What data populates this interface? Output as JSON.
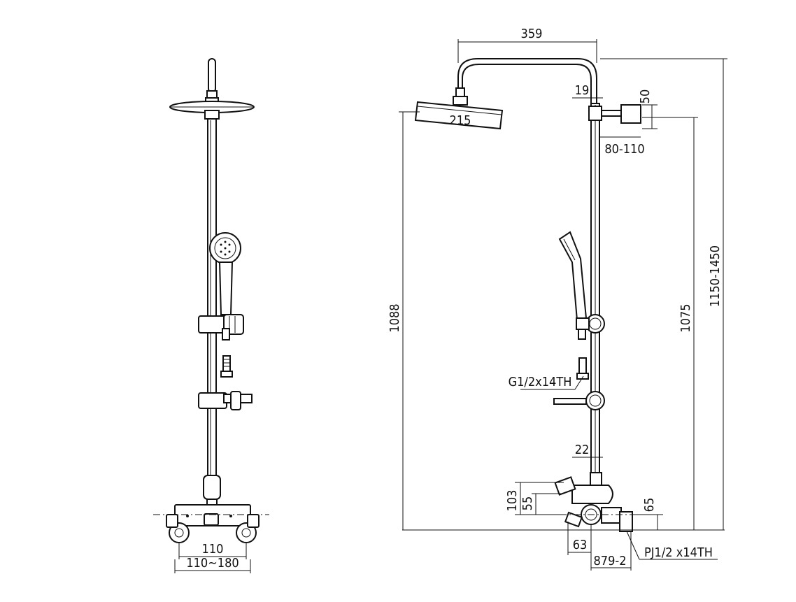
{
  "labels": {
    "top_width": "359",
    "head_dia": "215",
    "pipe_19": "19",
    "bracket_50": "50",
    "bracket_adj": "80-110",
    "overall_height": "1150-1450",
    "bar_height": "1075",
    "head_height": "1088",
    "thread_hand": "G1/2x14TH",
    "pipe_22": "22",
    "h103": "103",
    "h55": "55",
    "h65": "65",
    "w63": "63",
    "model": "879-2",
    "thread_inlet": "PJ1/2 x14TH",
    "center_110": "110",
    "center_range": "110~180"
  }
}
